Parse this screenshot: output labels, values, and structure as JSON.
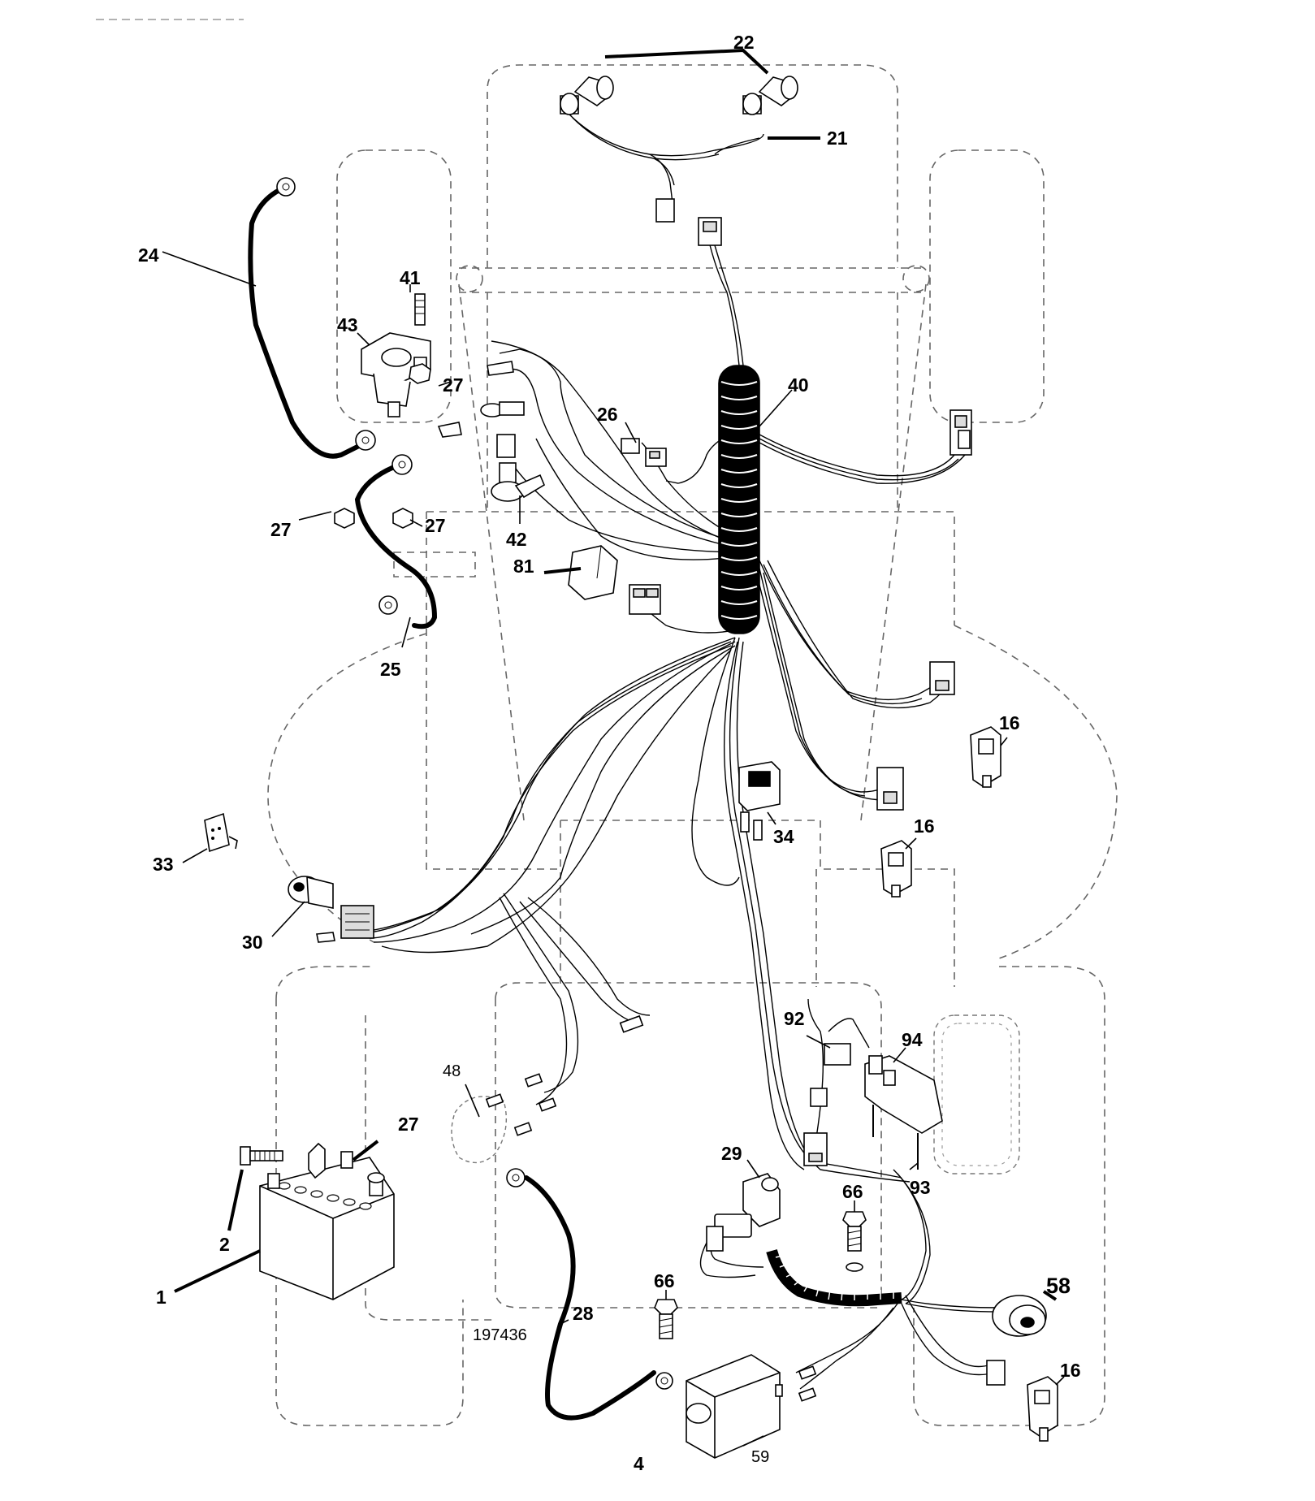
{
  "drawing_number": "197436",
  "callouts": {
    "c1": "1",
    "c2": "2",
    "c4": "4",
    "c16a": "16",
    "c16b": "16",
    "c16c": "16",
    "c21": "21",
    "c22": "22",
    "c24": "24",
    "c25": "25",
    "c26": "26",
    "c27a": "27",
    "c27b": "27",
    "c27c": "27",
    "c27d": "27",
    "c28": "28",
    "c29": "29",
    "c30": "30",
    "c33": "33",
    "c34": "34",
    "c40": "40",
    "c41": "41",
    "c42": "42",
    "c43": "43",
    "c48": "48",
    "c58": "58",
    "c59": "59",
    "c66a": "66",
    "c66b": "66",
    "c81": "81",
    "c92": "92",
    "c93": "93",
    "c94": "94"
  }
}
